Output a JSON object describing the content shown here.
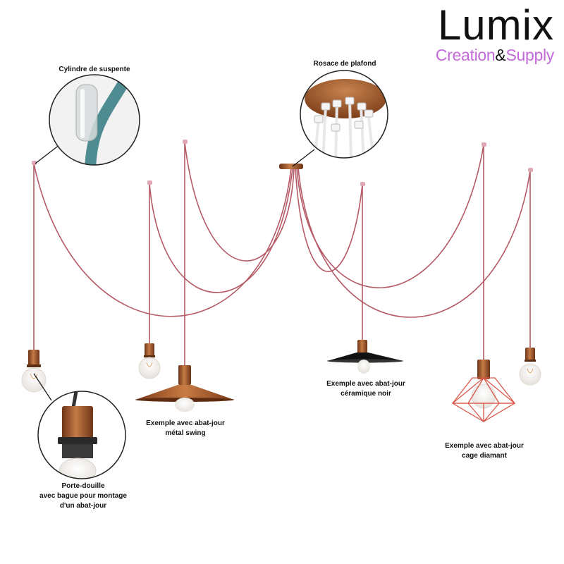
{
  "brand": {
    "name": "Lumix",
    "tagline_part1": "Creation",
    "tagline_amp": "&",
    "tagline_part2": "Supply",
    "accent_color": "#c46ad8"
  },
  "callouts": {
    "cylinder": "Cylindre de suspente",
    "rosace": "Rosace de plafond",
    "holder": [
      "Porte-douille",
      "avec bague pour montage",
      "d'un abat-jour"
    ]
  },
  "examples": {
    "swing": [
      "Exemple avec abat-jour",
      "métal swing"
    ],
    "ceramic": [
      "Exemple avec abat-jour",
      "céramique noir"
    ],
    "cage": [
      "Exemple avec abat-jour",
      "cage diamant"
    ]
  },
  "colors": {
    "cable": "#b55a66",
    "copper": "#b5683a",
    "copper_dark": "#7a3f1f",
    "black_shade": "#111111",
    "cage": "#d9584a",
    "cable_teal": "#4e8c92"
  }
}
